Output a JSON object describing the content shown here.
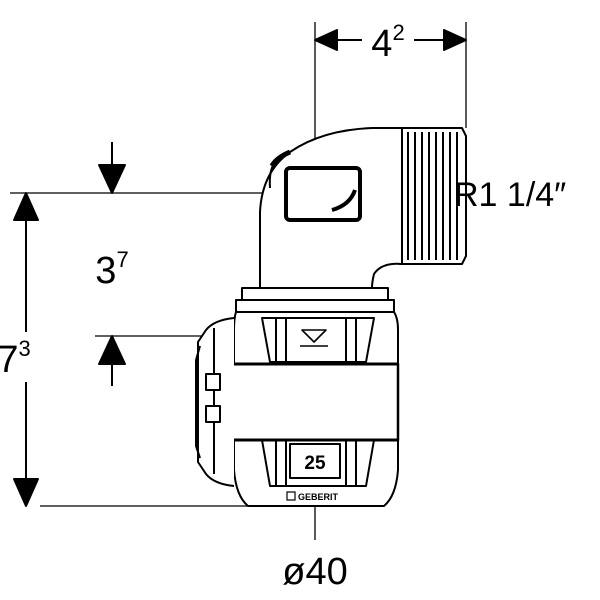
{
  "dimensions": {
    "top_width": {
      "value": "4",
      "sup": "2"
    },
    "overall_height": {
      "value": "7",
      "sup": "3"
    },
    "center_height": {
      "value": "3",
      "sup": "7"
    },
    "thread": "R1 1/4″",
    "diameter": "ø40"
  },
  "fitting": {
    "size_marking": "25",
    "brand_mark": "GEBERIT"
  },
  "colors": {
    "line": "#000000",
    "background": "#ffffff",
    "body_fill": "#ffffff"
  }
}
